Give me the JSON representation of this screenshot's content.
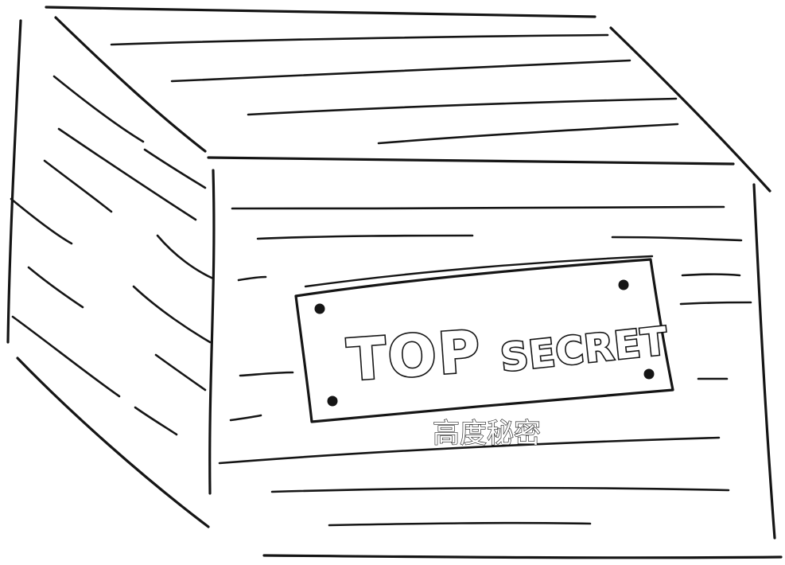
{
  "sign": {
    "top_word": "TOP",
    "secret_word": "SECRET",
    "subtitle": "高度秘密"
  },
  "colors": {
    "ink": "#151515",
    "paper": "#ffffff"
  }
}
